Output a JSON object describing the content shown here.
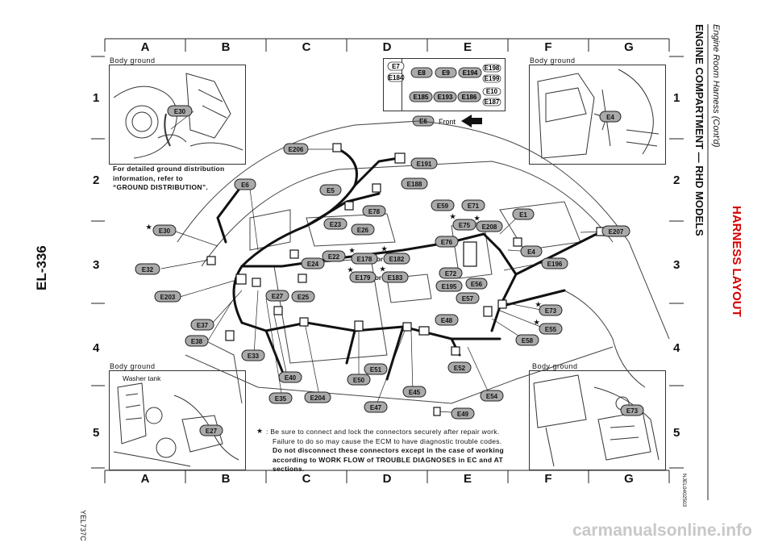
{
  "page_number": "EL-336",
  "doc_code": "YEL737C",
  "ref_code": "NJEL0402503",
  "section_title": "HARNESS LAYOUT",
  "diagram_title": "ENGINE COMPARTMENT — RHD MODELS",
  "subtitle": "Engine Room Harness (Cont'd)",
  "columns": [
    "A",
    "B",
    "C",
    "D",
    "E",
    "F",
    "G"
  ],
  "rows": [
    "1",
    "2",
    "3",
    "4",
    "5"
  ],
  "panels": {
    "top_left": "Body ground",
    "top_right": "Body ground",
    "bottom_left": "Body ground",
    "bottom_right": "Body ground",
    "washer_tank": "Washer tank"
  },
  "ground_note": {
    "line1": "For detailed ground distribution",
    "line2": "information, refer to",
    "line3": "“GROUND DISTRIBUTION”."
  },
  "front_label": "Front",
  "or_label": "or",
  "footnote": {
    "star": "★",
    "line1": ": Be sure to connect and lock the connectors securely after repair work.",
    "line2": "Failure to do so may cause the ECM to have diagnostic trouble codes.",
    "line3": "Do not disconnect these connectors except in the case of working",
    "line4": "according to WORK FLOW of TROUBLE DIAGNOSES in EC and AT",
    "line5": "sections."
  },
  "inset_connectors": {
    "row1": [
      "E7",
      "E8",
      "E9",
      "E194",
      "E198"
    ],
    "row1b": [
      "E184",
      "E199"
    ],
    "row2": [
      "E185",
      "E193",
      "E186",
      "E10"
    ],
    "row2b": [
      "E187"
    ]
  },
  "connectors": [
    "E30",
    "E206",
    "E191",
    "E188",
    "E6",
    "E5",
    "E78",
    "E59",
    "E71",
    "E75",
    "E208",
    "E1",
    "E207",
    "E23",
    "E26",
    "E30",
    "E32",
    "E22",
    "E24",
    "E178",
    "E182",
    "E76",
    "E4",
    "E196",
    "E179",
    "E183",
    "E72",
    "E195",
    "E56",
    "E203",
    "E27",
    "E25",
    "E57",
    "E73",
    "E55",
    "E37",
    "E48",
    "E58",
    "E38",
    "E33",
    "E51",
    "E52",
    "E40",
    "E50",
    "E45",
    "E54",
    "E35",
    "E204",
    "E47",
    "E49",
    "E27",
    "E73",
    "E4",
    "E6"
  ],
  "watermark": "carmanualsonline.info"
}
